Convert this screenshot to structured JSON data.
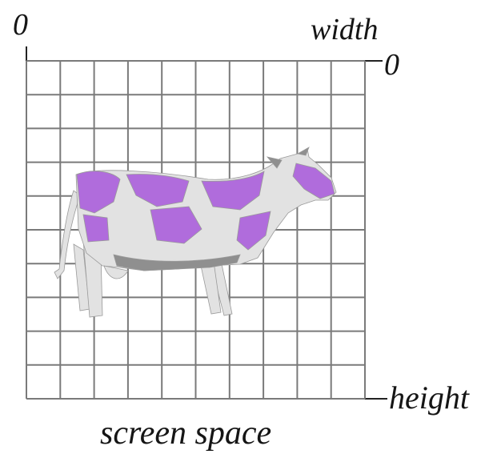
{
  "labels": {
    "origin": "0",
    "width": "width",
    "width_zero": "0",
    "height": "height",
    "caption": "screen space"
  },
  "grid": {
    "columns": 10,
    "rows": 10,
    "line_color": "#7a7a7a"
  },
  "cow": {
    "body_color": "#e2e2e2",
    "spot_color": "#b06cdc",
    "shade_color": "#8f8f8f"
  }
}
